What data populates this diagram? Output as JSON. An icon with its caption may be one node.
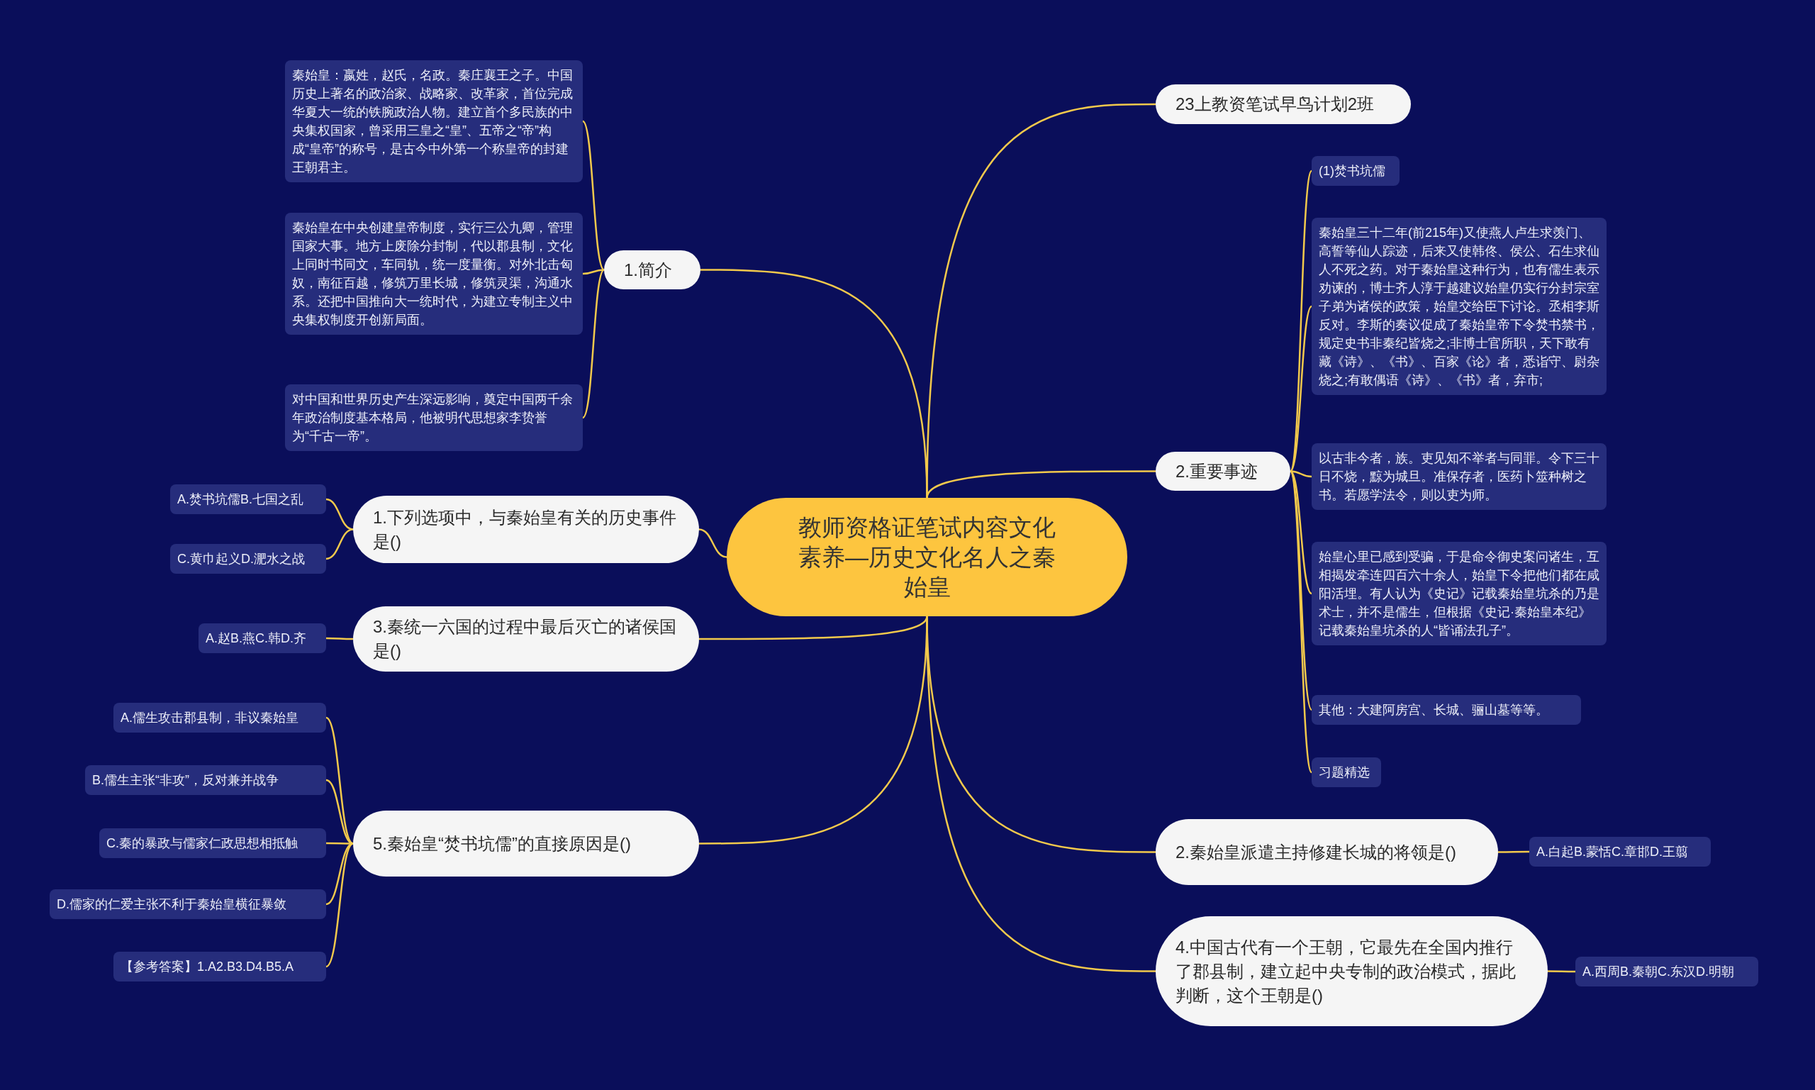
{
  "diagram": {
    "nodes": [
      {
        "text": [
          "教师资格证笔试内容文化素养—历史文化名人之秦始皇"
        ]
      },
      {
        "text": [
          "1.简介"
        ]
      },
      {
        "text": [
          "秦始皇：嬴姓，赵氏，名政。秦庄襄王之子。中国历史上著名的政治家、战略家、改革家，首位完成华夏大一统的铁腕政治人物。建立首个多民族的中央集权国家，曾采用三皇之“皇”、五帝之“帝”构成“皇帝”的称号，是古今中外第一个称皇帝的封建王朝君主。"
        ]
      },
      {
        "text": [
          "秦始皇在中央创建皇帝制度，实行三公九卿，管理国家大事。地方上废除分封制，代以郡县制，文化上同时书同文，车同轨，统一度量衡。对外北击匈奴，南征百越，修筑万里长城，修筑灵渠，沟通水系。还把中国推向大一统时代，为建立专制主义中央集权制度开创新局面。"
        ]
      },
      {
        "text": [
          "对中国和世界历史产生深远影响，奠定中国两千余年政治制度基本格局，他被明代思想家李贽誉为“千古一帝”。"
        ]
      },
      {
        "text": [
          "1.下列选项中，与秦始皇有关的历史事件是()"
        ]
      },
      {
        "text": [
          "A.焚书坑儒B.七国之乱"
        ]
      },
      {
        "text": [
          "C.黄巾起义D.淝水之战"
        ]
      },
      {
        "text": [
          "3.秦统一六国的过程中最后灭亡的诸侯国是()"
        ]
      },
      {
        "text": [
          "A.赵B.燕C.韩D.齐"
        ]
      },
      {
        "text": [
          "5.秦始皇“焚书坑儒”的直接原因是()"
        ]
      },
      {
        "text": [
          "A.儒生攻击郡县制，非议秦始皇"
        ]
      },
      {
        "text": [
          "B.儒生主张“非攻”，反对兼并战争"
        ]
      },
      {
        "text": [
          "C.秦的暴政与儒家仁政思想相抵触"
        ]
      },
      {
        "text": [
          "D.儒家的仁爱主张不利于秦始皇横征暴敛"
        ]
      },
      {
        "text": [
          "【参考答案】1.A2.B3.D4.B5.A"
        ]
      },
      {
        "text": [
          "23上教资笔试早鸟计划2班"
        ]
      },
      {
        "text": [
          "2.重要事迹"
        ]
      },
      {
        "text": [
          "(1)焚书坑儒"
        ]
      },
      {
        "text": [
          "秦始皇三十二年(前215年)又使燕人卢生求羡门、高誓等仙人踪迹，后来又使韩佟、侯公、石生求仙人不死之药。对于秦始皇这种行为，也有儒生表示劝谏的，博士齐人淳于越建议始皇仍实行分封宗室子弟为诸侯的政策，始皇交给臣下讨论。丞相李斯反对。李斯的奏议促成了秦始皇帝下令焚书禁书，规定史书非秦纪皆烧之;非博士官所职，天下敢有藏《诗》、《书》、百家《论》者，悉诣守、尉杂烧之;有敢偶语《诗》、《书》者，弃市;"
        ]
      },
      {
        "text": [
          "以古非今者，族。吏见知不举者与同罪。令下三十日不烧，黥为城旦。准保存者，医药卜筮种树之书。若愿学法令，则以吏为师。"
        ]
      },
      {
        "text": [
          "始皇心里已感到受骗，于是命令御史案问诸生，互相揭发牵连四百六十余人，始皇下令把他们都在咸阳活埋。有人认为《史记》记载秦始皇坑杀的乃是术士，并不是儒生，但根据《史记·秦始皇本纪》记载秦始皇坑杀的人“皆诵法孔子”。"
        ]
      },
      {
        "text": [
          "其他：大建阿房宫、长城、骊山墓等等。"
        ]
      },
      {
        "text": [
          "习题精选"
        ]
      },
      {
        "text": [
          "2.秦始皇派遣主持修建长城的将领是()"
        ]
      },
      {
        "text": [
          "A.白起B.蒙恬C.章邯D.王翦"
        ]
      },
      {
        "text": [
          "4.中国古代有一个王朝，它最先在全国内推行了郡县制，建立起中央专制的政治模式，据此判断，这个王朝是()"
        ]
      },
      {
        "text": [
          "A.西周B.秦朝C.东汉D.明朝"
        ]
      }
    ],
    "edges": [
      {
        "from": 0,
        "to": 1,
        "arrow": "none"
      },
      {
        "from": 1,
        "to": 2,
        "arrow": "none"
      },
      {
        "from": 1,
        "to": 3,
        "arrow": "none"
      },
      {
        "from": 1,
        "to": 4,
        "arrow": "none"
      },
      {
        "from": 0,
        "to": 5,
        "arrow": "none"
      },
      {
        "from": 5,
        "to": 6,
        "arrow": "none"
      },
      {
        "from": 5,
        "to": 7,
        "arrow": "none"
      },
      {
        "from": 0,
        "to": 8,
        "arrow": "none"
      },
      {
        "from": 8,
        "to": 9,
        "arrow": "none"
      },
      {
        "from": 0,
        "to": 10,
        "arrow": "none"
      },
      {
        "from": 10,
        "to": 11,
        "arrow": "none"
      },
      {
        "from": 10,
        "to": 12,
        "arrow": "none"
      },
      {
        "from": 10,
        "to": 13,
        "arrow": "none"
      },
      {
        "from": 10,
        "to": 14,
        "arrow": "none"
      },
      {
        "from": 10,
        "to": 15,
        "arrow": "none"
      },
      {
        "from": 0,
        "to": 16,
        "arrow": "none"
      },
      {
        "from": 0,
        "to": 17,
        "arrow": "none"
      },
      {
        "from": 17,
        "to": 18,
        "arrow": "none"
      },
      {
        "from": 17,
        "to": 19,
        "arrow": "none"
      },
      {
        "from": 17,
        "to": 20,
        "arrow": "none"
      },
      {
        "from": 17,
        "to": 21,
        "arrow": "none"
      },
      {
        "from": 17,
        "to": 22,
        "arrow": "none"
      },
      {
        "from": 17,
        "to": 23,
        "arrow": "none"
      },
      {
        "from": 0,
        "to": 24,
        "arrow": "none"
      },
      {
        "from": 24,
        "to": 25,
        "arrow": "none"
      },
      {
        "from": 0,
        "to": 26,
        "arrow": "none"
      },
      {
        "from": 26,
        "to": 27,
        "arrow": "none"
      }
    ]
  }
}
